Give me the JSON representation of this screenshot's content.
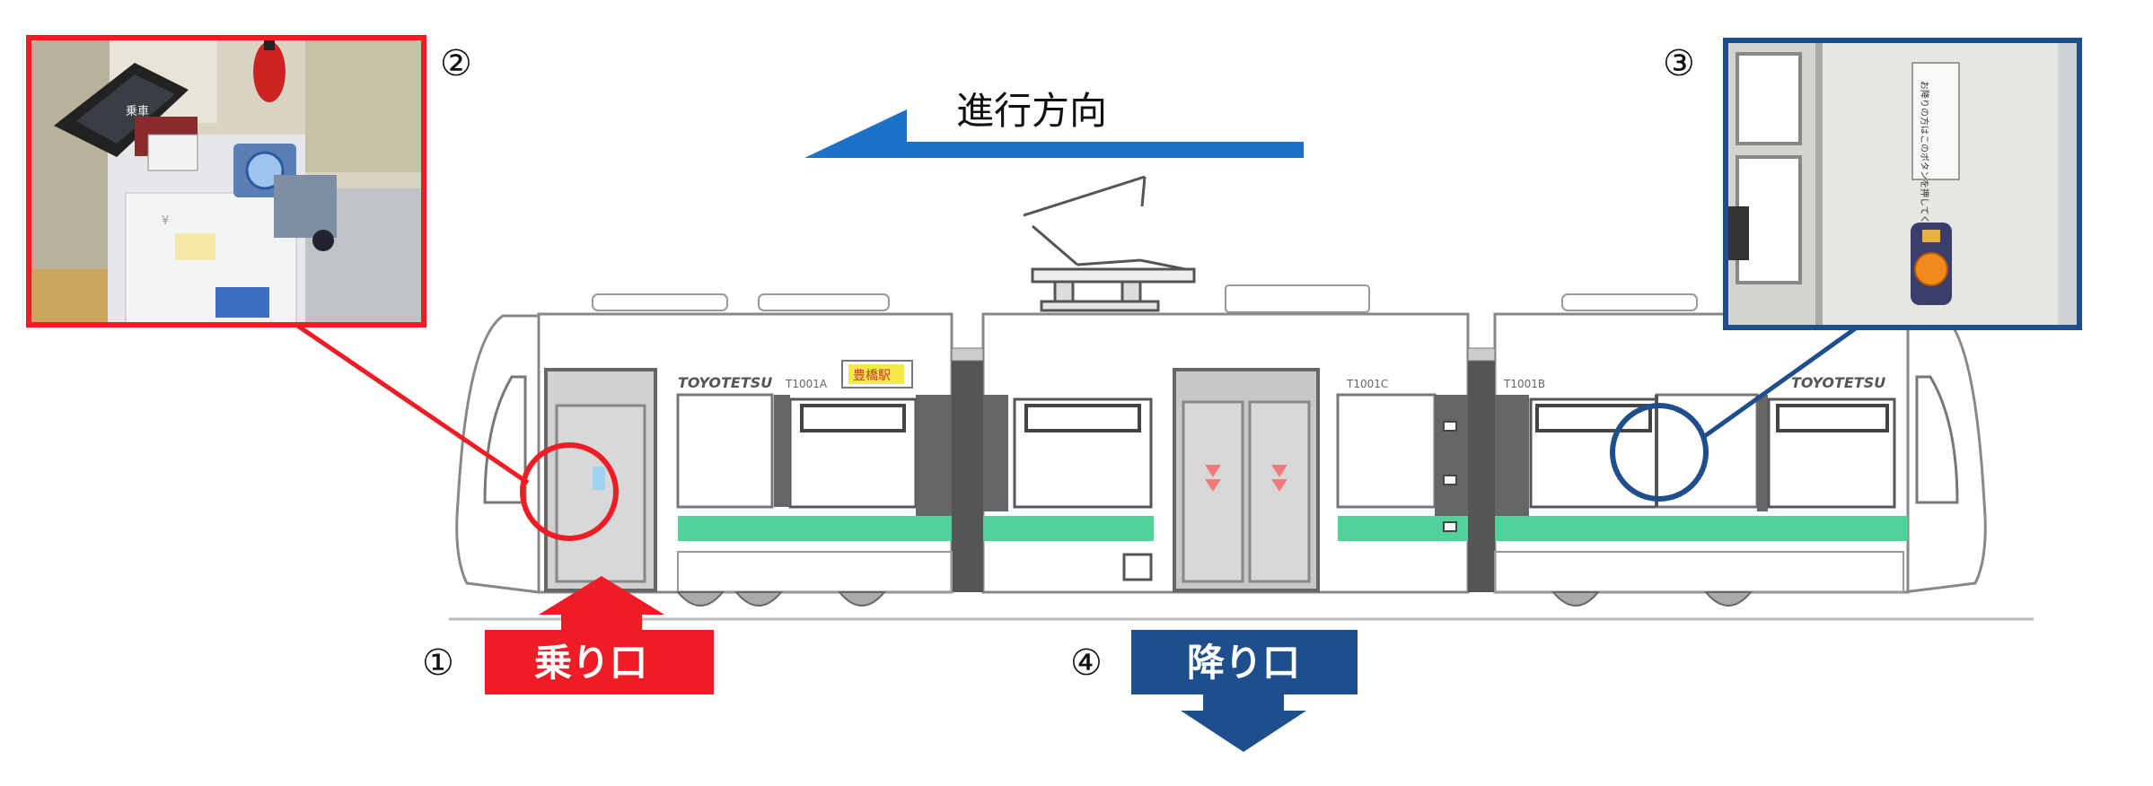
{
  "direction": {
    "label": "進行方向"
  },
  "markers": {
    "one": "①",
    "two": "②",
    "three": "③",
    "four": "④"
  },
  "boarding": {
    "label": "乗り口"
  },
  "alighting": {
    "label": "降り口"
  },
  "tram": {
    "brand_front": "TOYOTETSU",
    "brand_rear": "TOYOTETSU",
    "car_numbers": [
      "T1001A",
      "T1001C",
      "T1001B"
    ],
    "destination_sign": "豊橋駅"
  },
  "photo_fare_box": {
    "labels": [
      "乗車",
      "¥"
    ]
  },
  "photo_stop_button": {
    "sign_text": "お降りの方はこのボタンを押してください"
  },
  "colors": {
    "boarding_red": "#ee1c25",
    "alighting_navy": "#1f4e8c",
    "direction_blue": "#1d72c8",
    "tram_stripe": "#4fd39a",
    "button_orange": "#f08a1c"
  }
}
